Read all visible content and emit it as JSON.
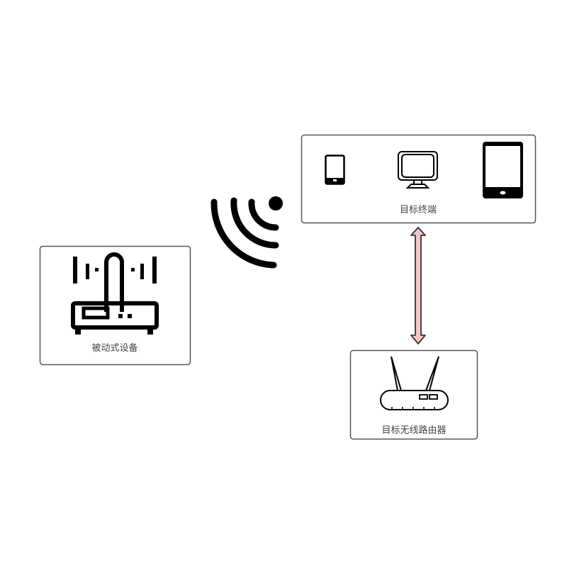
{
  "nodes": {
    "passive_device": {
      "label": "被动式设备"
    },
    "target_terminals": {
      "label": "目标终端"
    },
    "target_router": {
      "label": "目标无线路由器"
    }
  },
  "connector": {
    "type": "bidirectional-arrow",
    "fill": "#f9c6c6",
    "stroke": "#333333"
  },
  "icons": [
    "wifi-signal-icon",
    "sniffer-device-icon",
    "phone-icon",
    "monitor-icon",
    "tablet-icon",
    "wireless-router-icon"
  ]
}
